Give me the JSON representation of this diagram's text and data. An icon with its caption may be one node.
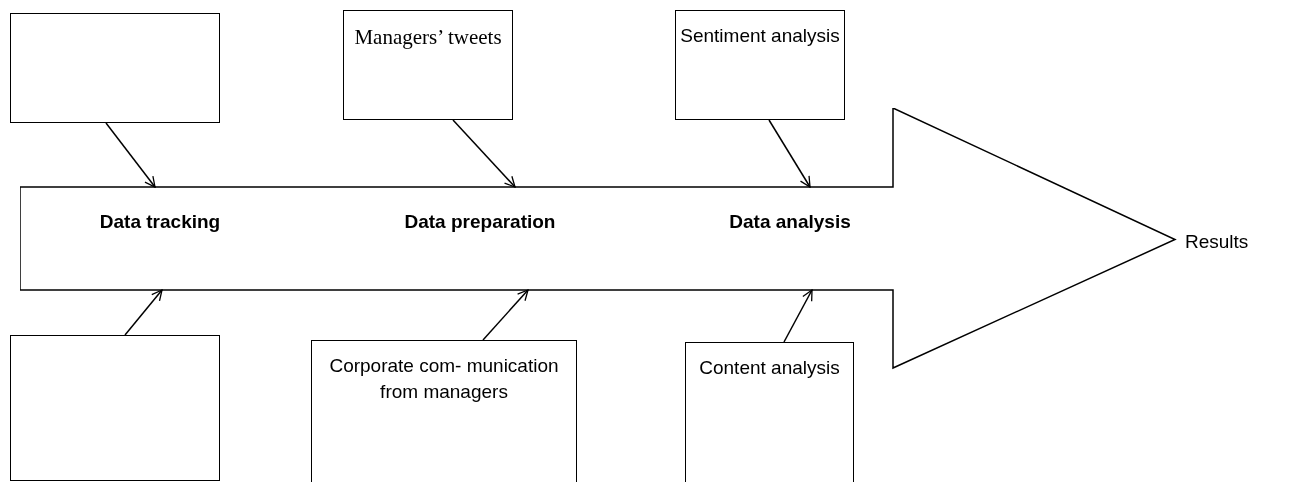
{
  "diagram": {
    "nodes": [
      {
        "text": [],
        "shape": "box"
      },
      {
        "text": [
          "Managers’ tweets"
        ]
      },
      {
        "text": [
          "Sentiment analysis"
        ]
      },
      {
        "text": [],
        "shape": "arrow"
      },
      {
        "text": [
          "Data tracking"
        ],
        "in": 3
      },
      {
        "text": [
          "Data preparation"
        ],
        "in": 3
      },
      {
        "text": [
          "Data analysis"
        ],
        "in": 3
      },
      {
        "text": [],
        "shape": "box"
      },
      {
        "text": [
          "Corporate com- munication from managers"
        ]
      },
      {
        "text": [
          "Content analysis"
        ]
      }
    ],
    "edges": [
      {
        "from": 0,
        "to": 4,
        "arrow": "to"
      },
      {
        "from": 1,
        "to": 5,
        "arrow": "to"
      },
      {
        "from": 2,
        "to": 6,
        "arrow": "to"
      },
      {
        "from": 7,
        "to": 4,
        "arrow": "to"
      },
      {
        "from": 8,
        "to": 5,
        "arrow": "to"
      },
      {
        "from": 9,
        "to": 6,
        "arrow": "to"
      }
    ],
    "labels": [
      "Results"
    ]
  }
}
